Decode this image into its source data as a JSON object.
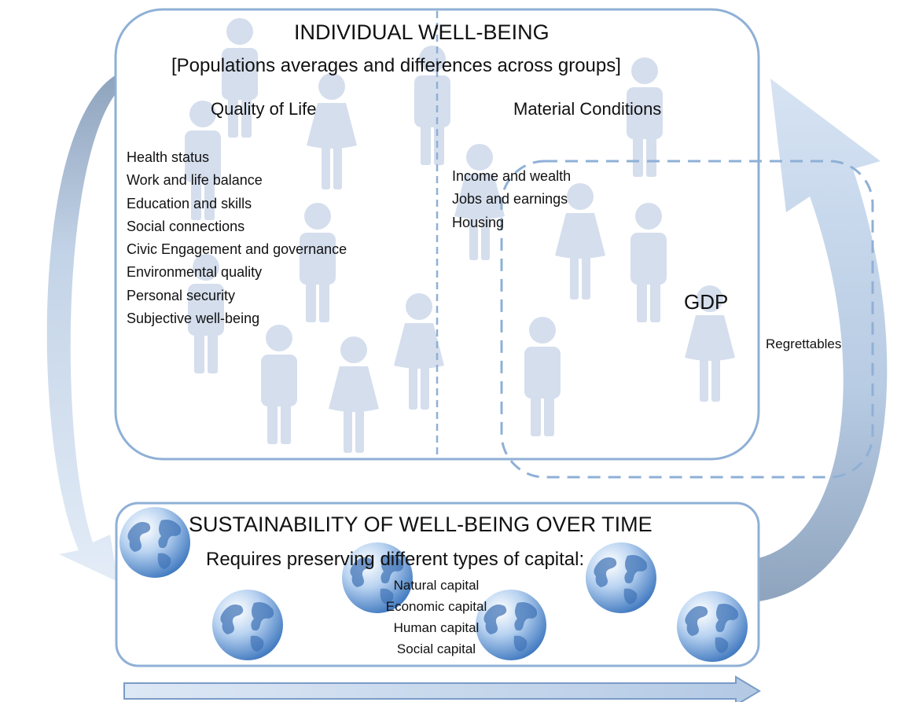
{
  "individual": {
    "title": "INDIVIDUAL WELL-BEING",
    "subtitle": "[Populations averages and differences across groups]",
    "quality_heading": "Quality of Life",
    "quality_items": [
      "Health status",
      "Work and life balance",
      "Education and skills",
      "Social connections",
      "Civic Engagement and governance",
      "Environmental quality",
      "Personal security",
      "Subjective well-being"
    ],
    "material_heading": "Material Conditions",
    "material_items": [
      "Income and wealth",
      "Jobs and earnings",
      "Housing"
    ],
    "gdp_label": "GDP",
    "regrettables_label": "Regrettables"
  },
  "sustainability": {
    "title": "SUSTAINABILITY OF WELL-BEING OVER TIME",
    "subtitle": "Requires preserving different types of capital:",
    "capitals": [
      "Natural capital",
      "Economic capital",
      "Human capital",
      "Social capital"
    ]
  },
  "colors": {
    "box_border": "#8fb0d6",
    "dashed": "#8fb0d6",
    "figure": "#d5deed",
    "arrow_light": "#c9d9ee",
    "arrow_dark": "#8ea3bd",
    "globe": "#6f9fd6"
  },
  "icons": {
    "person": "person-silhouette-icon",
    "globe": "globe-icon"
  }
}
